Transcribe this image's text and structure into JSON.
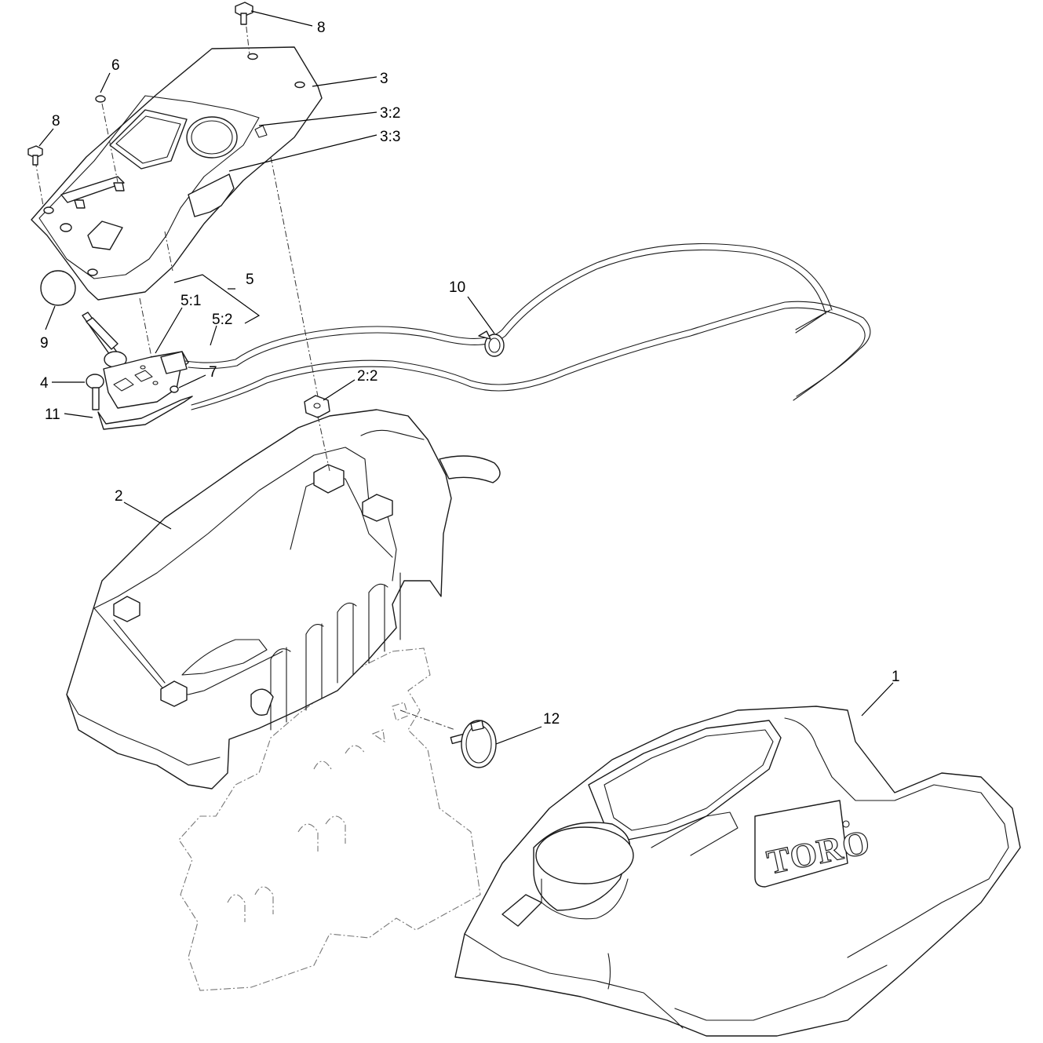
{
  "callouts": {
    "c1": "1",
    "c2": "2",
    "c2_2": "2:2",
    "c3": "3",
    "c3_2": "3:2",
    "c3_3": "3:3",
    "c4": "4",
    "c5": "5",
    "c5_1": "5:1",
    "c5_2": "5:2",
    "c6": "6",
    "c7": "7",
    "c8a": "8",
    "c8b": "8",
    "c9": "9",
    "c10": "10",
    "c11": "11",
    "c12": "12"
  },
  "logo": {
    "text": "TORO"
  }
}
